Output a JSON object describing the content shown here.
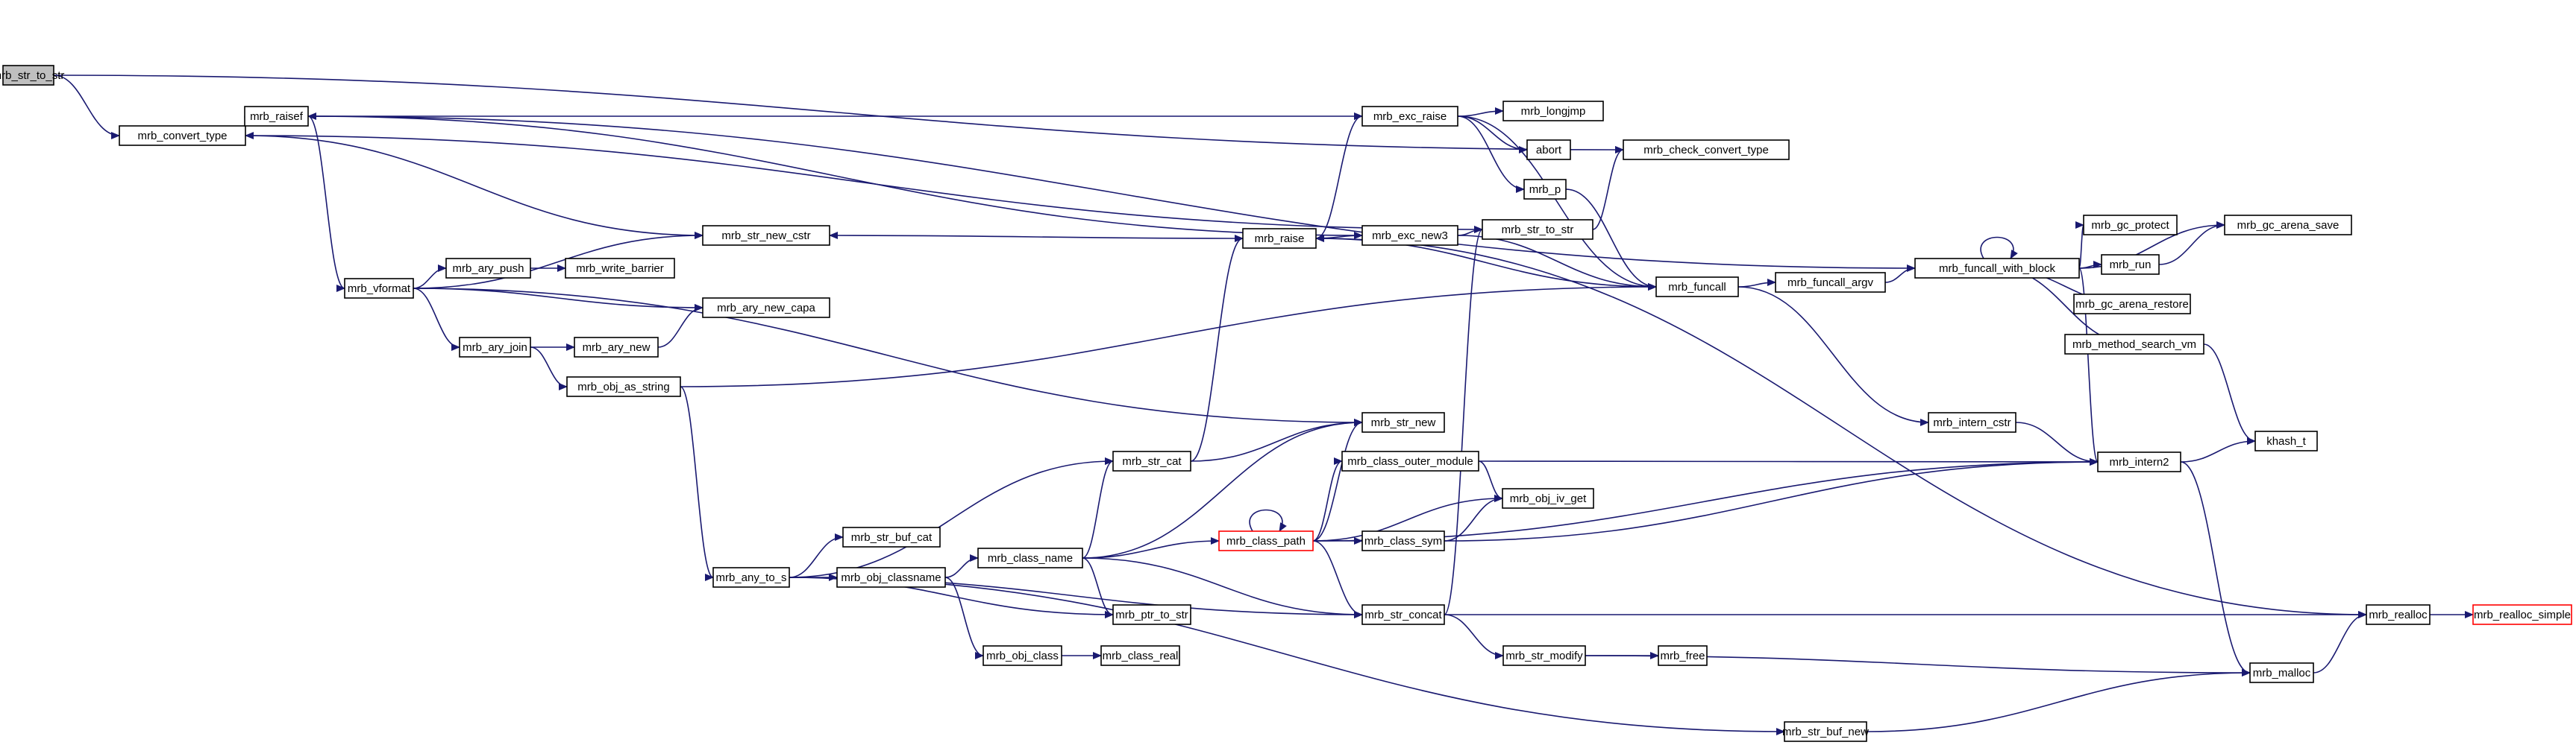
{
  "graph": {
    "edge_color": "#191970",
    "root_fill": "#bfbfbf",
    "node_fill": "#ffffff",
    "node_border": "#000000",
    "truncated_border": "#ff0000",
    "nodes": [
      {
        "id": "mrb_str_to_str_root",
        "label": "mrb_str_to_str",
        "root": true
      },
      {
        "id": "mrb_convert_type",
        "label": "mrb_convert_type"
      },
      {
        "id": "mrb_raisef",
        "label": "mrb_raisef"
      },
      {
        "id": "mrb_vformat",
        "label": "mrb_vformat"
      },
      {
        "id": "mrb_ary_push",
        "label": "mrb_ary_push"
      },
      {
        "id": "mrb_write_barrier",
        "label": "mrb_write_barrier"
      },
      {
        "id": "mrb_str_new_cstr",
        "label": "mrb_str_new_cstr"
      },
      {
        "id": "mrb_ary_new_capa",
        "label": "mrb_ary_new_capa"
      },
      {
        "id": "mrb_ary_join",
        "label": "mrb_ary_join"
      },
      {
        "id": "mrb_ary_new",
        "label": "mrb_ary_new"
      },
      {
        "id": "mrb_obj_as_string",
        "label": "mrb_obj_as_string"
      },
      {
        "id": "mrb_exc_raise",
        "label": "mrb_exc_raise"
      },
      {
        "id": "mrb_longjmp",
        "label": "mrb_longjmp"
      },
      {
        "id": "abort",
        "label": "abort"
      },
      {
        "id": "mrb_p",
        "label": "mrb_p"
      },
      {
        "id": "mrb_check_convert_type",
        "label": "mrb_check_convert_type"
      },
      {
        "id": "mrb_raise",
        "label": "mrb_raise"
      },
      {
        "id": "mrb_exc_new3",
        "label": "mrb_exc_new3"
      },
      {
        "id": "mrb_str_to_str",
        "label": "mrb_str_to_str"
      },
      {
        "id": "mrb_funcall",
        "label": "mrb_funcall"
      },
      {
        "id": "mrb_funcall_argv",
        "label": "mrb_funcall_argv"
      },
      {
        "id": "mrb_funcall_with_block",
        "label": "mrb_funcall_with_block"
      },
      {
        "id": "mrb_gc_protect",
        "label": "mrb_gc_protect"
      },
      {
        "id": "mrb_gc_arena_save",
        "label": "mrb_gc_arena_save"
      },
      {
        "id": "mrb_run",
        "label": "mrb_run"
      },
      {
        "id": "mrb_gc_arena_restore",
        "label": "mrb_gc_arena_restore"
      },
      {
        "id": "mrb_method_search_vm",
        "label": "mrb_method_search_vm"
      },
      {
        "id": "mrb_str_new",
        "label": "mrb_str_new"
      },
      {
        "id": "mrb_intern_cstr",
        "label": "mrb_intern_cstr"
      },
      {
        "id": "khash_t",
        "label": "khash_t"
      },
      {
        "id": "mrb_intern2",
        "label": "mrb_intern2"
      },
      {
        "id": "mrb_str_cat",
        "label": "mrb_str_cat"
      },
      {
        "id": "mrb_class_outer_module",
        "label": "mrb_class_outer_module"
      },
      {
        "id": "mrb_obj_iv_get",
        "label": "mrb_obj_iv_get"
      },
      {
        "id": "mrb_str_buf_cat",
        "label": "mrb_str_buf_cat"
      },
      {
        "id": "mrb_class_name",
        "label": "mrb_class_name"
      },
      {
        "id": "mrb_class_path",
        "label": "mrb_class_path",
        "truncated": true
      },
      {
        "id": "mrb_class_sym",
        "label": "mrb_class_sym"
      },
      {
        "id": "mrb_any_to_s",
        "label": "mrb_any_to_s"
      },
      {
        "id": "mrb_obj_classname",
        "label": "mrb_obj_classname"
      },
      {
        "id": "mrb_ptr_to_str",
        "label": "mrb_ptr_to_str"
      },
      {
        "id": "mrb_str_concat",
        "label": "mrb_str_concat"
      },
      {
        "id": "mrb_realloc",
        "label": "mrb_realloc"
      },
      {
        "id": "mrb_realloc_simple",
        "label": "mrb_realloc_simple",
        "truncated": true
      },
      {
        "id": "mrb_obj_class",
        "label": "mrb_obj_class"
      },
      {
        "id": "mrb_class_real",
        "label": "mrb_class_real"
      },
      {
        "id": "mrb_str_modify",
        "label": "mrb_str_modify"
      },
      {
        "id": "mrb_free",
        "label": "mrb_free"
      },
      {
        "id": "mrb_malloc",
        "label": "mrb_malloc"
      },
      {
        "id": "mrb_str_buf_new",
        "label": "mrb_str_buf_new"
      }
    ],
    "edges": [
      [
        "mrb_str_to_str_root",
        "mrb_convert_type"
      ],
      [
        "mrb_str_to_str_root",
        "mrb_check_convert_type"
      ],
      [
        "mrb_convert_type",
        "mrb_raisef"
      ],
      [
        "mrb_convert_type",
        "mrb_str_new_cstr"
      ],
      [
        "mrb_raisef",
        "mrb_exc_raise"
      ],
      [
        "mrb_raisef",
        "mrb_exc_new3"
      ],
      [
        "mrb_raisef",
        "mrb_vformat"
      ],
      [
        "mrb_vformat",
        "mrb_ary_push"
      ],
      [
        "mrb_vformat",
        "mrb_str_new_cstr"
      ],
      [
        "mrb_vformat",
        "mrb_ary_new_capa"
      ],
      [
        "mrb_vformat",
        "mrb_ary_join"
      ],
      [
        "mrb_vformat",
        "mrb_str_new"
      ],
      [
        "mrb_ary_push",
        "mrb_write_barrier"
      ],
      [
        "mrb_ary_join",
        "mrb_ary_new"
      ],
      [
        "mrb_ary_join",
        "mrb_obj_as_string"
      ],
      [
        "mrb_ary_new",
        "mrb_ary_new_capa"
      ],
      [
        "mrb_obj_as_string",
        "mrb_funcall"
      ],
      [
        "mrb_obj_as_string",
        "mrb_any_to_s"
      ],
      [
        "mrb_exc_raise",
        "mrb_longjmp"
      ],
      [
        "mrb_exc_raise",
        "abort"
      ],
      [
        "mrb_exc_raise",
        "mrb_p"
      ],
      [
        "mrb_exc_raise",
        "mrb_funcall"
      ],
      [
        "mrb_p",
        "mrb_funcall"
      ],
      [
        "mrb_raise",
        "mrb_str_new_cstr"
      ],
      [
        "mrb_raise",
        "mrb_exc_raise"
      ],
      [
        "mrb_raise",
        "mrb_exc_new3"
      ],
      [
        "mrb_exc_new3",
        "mrb_str_to_str"
      ],
      [
        "mrb_exc_new3",
        "mrb_funcall"
      ],
      [
        "mrb_str_to_str",
        "mrb_check_convert_type"
      ],
      [
        "mrb_str_to_str",
        "mrb_convert_type"
      ],
      [
        "mrb_funcall",
        "mrb_raise"
      ],
      [
        "mrb_funcall",
        "mrb_funcall_argv"
      ],
      [
        "mrb_funcall",
        "mrb_intern_cstr"
      ],
      [
        "mrb_funcall_argv",
        "mrb_funcall_with_block"
      ],
      [
        "mrb_funcall_with_block",
        "mrb_funcall_with_block"
      ],
      [
        "mrb_funcall_with_block",
        "mrb_raisef"
      ],
      [
        "mrb_funcall_with_block",
        "mrb_gc_protect"
      ],
      [
        "mrb_funcall_with_block",
        "mrb_gc_arena_save"
      ],
      [
        "mrb_funcall_with_block",
        "mrb_run"
      ],
      [
        "mrb_funcall_with_block",
        "mrb_gc_arena_restore"
      ],
      [
        "mrb_funcall_with_block",
        "mrb_method_search_vm"
      ],
      [
        "mrb_funcall_with_block",
        "mrb_intern2"
      ],
      [
        "mrb_run",
        "mrb_gc_arena_save"
      ],
      [
        "mrb_method_search_vm",
        "khash_t"
      ],
      [
        "mrb_intern_cstr",
        "mrb_intern2"
      ],
      [
        "mrb_intern2",
        "khash_t"
      ],
      [
        "mrb_intern2",
        "mrb_malloc"
      ],
      [
        "mrb_realloc",
        "mrb_raise"
      ],
      [
        "mrb_realloc",
        "mrb_realloc_simple"
      ],
      [
        "mrb_str_cat",
        "mrb_raise"
      ],
      [
        "mrb_str_cat",
        "mrb_str_new"
      ],
      [
        "mrb_class_outer_module",
        "mrb_intern2"
      ],
      [
        "mrb_class_outer_module",
        "mrb_obj_iv_get"
      ],
      [
        "mrb_class_path",
        "mrb_class_path"
      ],
      [
        "mrb_class_path",
        "mrb_str_new"
      ],
      [
        "mrb_class_path",
        "mrb_class_outer_module"
      ],
      [
        "mrb_class_path",
        "mrb_obj_iv_get"
      ],
      [
        "mrb_class_path",
        "mrb_class_sym"
      ],
      [
        "mrb_class_path",
        "mrb_intern2"
      ],
      [
        "mrb_class_path",
        "mrb_str_concat"
      ],
      [
        "mrb_class_sym",
        "mrb_obj_iv_get"
      ],
      [
        "mrb_class_sym",
        "mrb_intern2"
      ],
      [
        "mrb_class_name",
        "mrb_str_cat"
      ],
      [
        "mrb_class_name",
        "mrb_str_new"
      ],
      [
        "mrb_class_name",
        "mrb_class_path"
      ],
      [
        "mrb_class_name",
        "mrb_ptr_to_str"
      ],
      [
        "mrb_class_name",
        "mrb_str_concat"
      ],
      [
        "mrb_any_to_s",
        "mrb_str_cat"
      ],
      [
        "mrb_any_to_s",
        "mrb_str_buf_cat"
      ],
      [
        "mrb_any_to_s",
        "mrb_obj_classname"
      ],
      [
        "mrb_any_to_s",
        "mrb_ptr_to_str"
      ],
      [
        "mrb_any_to_s",
        "mrb_str_concat"
      ],
      [
        "mrb_any_to_s",
        "mrb_str_buf_new"
      ],
      [
        "mrb_obj_classname",
        "mrb_class_name"
      ],
      [
        "mrb_obj_classname",
        "mrb_obj_class"
      ],
      [
        "mrb_obj_class",
        "mrb_class_real"
      ],
      [
        "mrb_str_concat",
        "mrb_str_to_str"
      ],
      [
        "mrb_str_concat",
        "mrb_realloc"
      ],
      [
        "mrb_str_concat",
        "mrb_str_modify"
      ],
      [
        "mrb_str_modify",
        "mrb_free"
      ],
      [
        "mrb_str_modify",
        "mrb_malloc"
      ],
      [
        "mrb_malloc",
        "mrb_realloc"
      ],
      [
        "mrb_str_buf_new",
        "mrb_malloc"
      ]
    ]
  }
}
